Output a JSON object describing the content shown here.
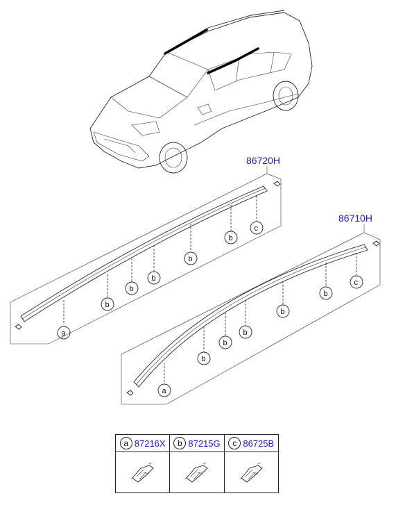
{
  "assemblies": [
    {
      "part_no": "86720H"
    },
    {
      "part_no": "86710H"
    }
  ],
  "callouts": {
    "a": "a",
    "b": "b",
    "c": "c"
  },
  "legend": [
    {
      "letter": "a",
      "part_no": "87216X"
    },
    {
      "letter": "b",
      "part_no": "87215G"
    },
    {
      "letter": "c",
      "part_no": "86725B"
    }
  ]
}
